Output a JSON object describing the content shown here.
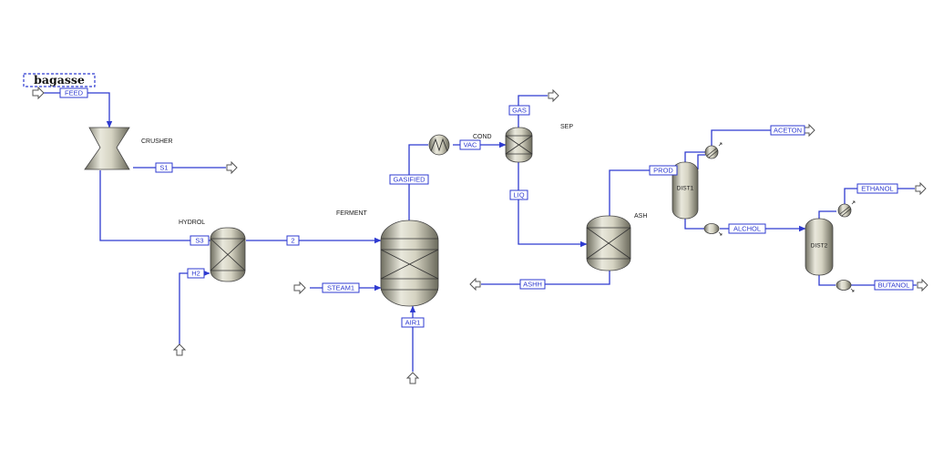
{
  "title_box": "bagasse",
  "blocks": {
    "crusher": "CRUSHER",
    "hydrol": "HYDROL",
    "ferment": "FERMENT",
    "cond": "COND",
    "sep": "SEP",
    "ash": "ASH",
    "dist1": "DIST1",
    "dist2": "DIST2"
  },
  "streams": {
    "feed": "FEED",
    "s1": "S1",
    "s3": "S3",
    "h2": "H2",
    "s2": "2",
    "steam1": "STEAM1",
    "air1": "AIR1",
    "gasified": "GASIFIED",
    "vac": "VAC",
    "gas": "GAS",
    "liq": "LIQ",
    "prod": "PROD",
    "ashh": "ASHH",
    "aceton": "ACETON",
    "alchol": "ALCHOL",
    "ethanol": "ETHANOL",
    "butanol": "BUTANOL"
  },
  "colors": {
    "stream": "#2f3bd0",
    "vessel": "#c9c7b4"
  }
}
